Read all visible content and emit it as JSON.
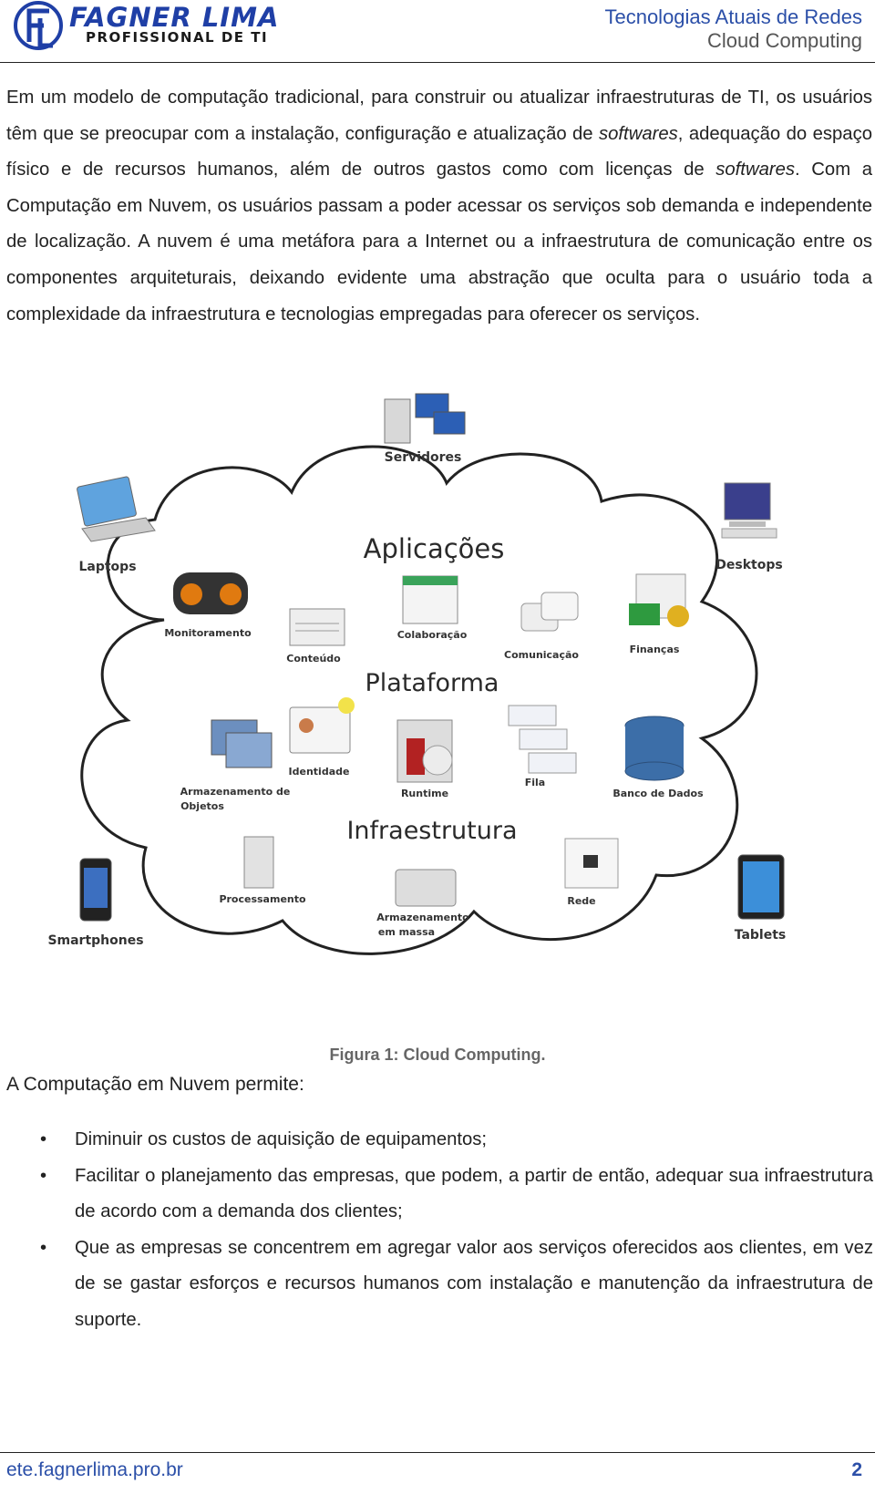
{
  "header": {
    "logo_name": "FAGNER LIMA",
    "logo_sub": "PROFISSIONAL DE TI",
    "title": "Tecnologias Atuais de Redes",
    "subtitle": "Cloud Computing"
  },
  "paragraph": {
    "s1": "Em um modelo de computação tradicional, para construir ou atualizar infraestruturas de TI, os usuários têm que se preocupar com a instalação, configuração e atualização de ",
    "s1_i": "softwares",
    "s2": ", adequação do espaço físico e de recursos humanos, além de outros gastos como com licenças de ",
    "s2_i": "softwares",
    "s3": ". Com a Computação em Nuvem, os usuários passam a poder acessar os serviços sob demanda e independente de localização. A nuvem é uma metáfora para a Internet ou a infraestrutura de comunicação entre os componentes arquiteturais, deixando evidente uma abstração que oculta para o usuário toda a complexidade da infraestrutura e tecnologias empregadas para oferecer os serviços."
  },
  "figure": {
    "outside": {
      "servidores": "Servidores",
      "laptops": "Laptops",
      "desktops": "Desktops",
      "smartphones": "Smartphones",
      "tablets": "Tablets"
    },
    "layers": {
      "aplicacoes": "Aplicações",
      "plataforma": "Plataforma",
      "infraestrutura": "Infraestrutura"
    },
    "items": {
      "monitoramento": "Monitoramento",
      "conteudo": "Conteúdo",
      "colaboracao": "Colaboração",
      "comunicacao": "Comunicação",
      "financas": "Finanças",
      "identidade": "Identidade",
      "armazenamento_obj_1": "Armazenamento de",
      "armazenamento_obj_2": "Objetos",
      "runtime": "Runtime",
      "fila": "Fila",
      "banco": "Banco de Dados",
      "processamento": "Processamento",
      "armazenamento_massa_1": "Armazenamento",
      "armazenamento_massa_2": "em massa",
      "rede": "Rede"
    },
    "caption": "Figura 1: Cloud Computing."
  },
  "intro": "A Computação em Nuvem permite:",
  "bullets": [
    "Diminuir os custos de aquisição de equipamentos;",
    "Facilitar o planejamento das empresas, que podem, a partir de então, adequar sua infraestrutura de acordo com a demanda dos clientes;",
    "Que as empresas se concentrem em agregar valor aos serviços oferecidos aos clientes, em vez de se gastar esforços e recursos humanos com instalação e manutenção da infraestrutura de suporte."
  ],
  "footer": {
    "url": "ete.fagnerlima.pro.br",
    "page": "2"
  },
  "colors": {
    "brand_blue": "#1f3fa6",
    "header_blue": "#2b4fa8"
  }
}
